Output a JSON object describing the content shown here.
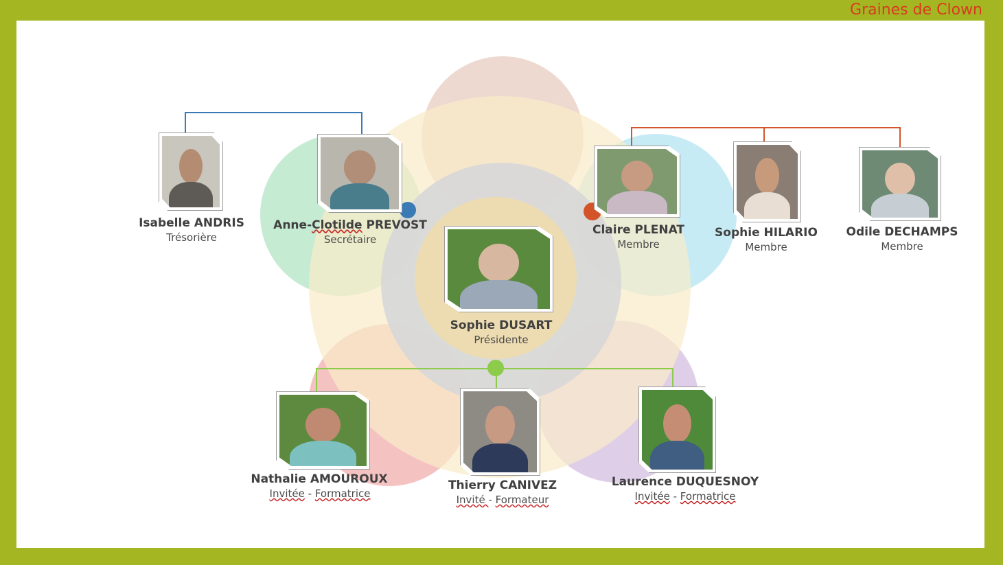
{
  "brand": "Graines de Clown",
  "colors": {
    "frame": "#a4b723",
    "brand_text": "#d93a1f",
    "link_blue": "#3a7ab5",
    "link_orange": "#d4542a",
    "link_green": "#8ccc4a",
    "petal_top": "#ebd2c8",
    "petal_left": "#b8e6c8",
    "petal_right": "#b9e6f3",
    "petal_bottom_left": "#f3b3b3",
    "petal_bottom_right": "#d8c6e4",
    "ring_outer": "#faecc9",
    "ring_middle": "#d8d8d8",
    "ring_inner": "#eedcb0"
  },
  "members": [
    {
      "name": "Isabelle ANDRIS",
      "role": "Trésorière",
      "photo_icon": "portrait-photo"
    },
    {
      "name_a": "Anne-",
      "name_b": "Clotilde",
      "name_c": " PREVOST",
      "role": "Secrétaire",
      "photo_icon": "portrait-photo"
    },
    {
      "name": "Sophie DUSART",
      "role": "Présidente",
      "photo_icon": "portrait-photo"
    },
    {
      "name": "Claire PLENAT",
      "role": "Membre",
      "photo_icon": "portrait-photo"
    },
    {
      "name": "Sophie HILARIO",
      "role": "Membre",
      "photo_icon": "portrait-photo"
    },
    {
      "name": "Odile DECHAMPS",
      "role": "Membre",
      "photo_icon": "portrait-photo"
    },
    {
      "name": "Nathalie AMOUROUX",
      "role_a": "Invitée",
      "role_sep": " - ",
      "role_b": "Formatrice",
      "photo_icon": "portrait-photo"
    },
    {
      "name": "Thierry CANIVEZ",
      "role_a": "Invité ",
      "role_sep": "- ",
      "role_b": "Formateur",
      "photo_icon": "portrait-photo"
    },
    {
      "name": "Laurence DUQUESNOY",
      "role_a": "Invitée",
      "role_sep": " - ",
      "role_b": "Formatrice",
      "photo_icon": "portrait-photo"
    }
  ]
}
